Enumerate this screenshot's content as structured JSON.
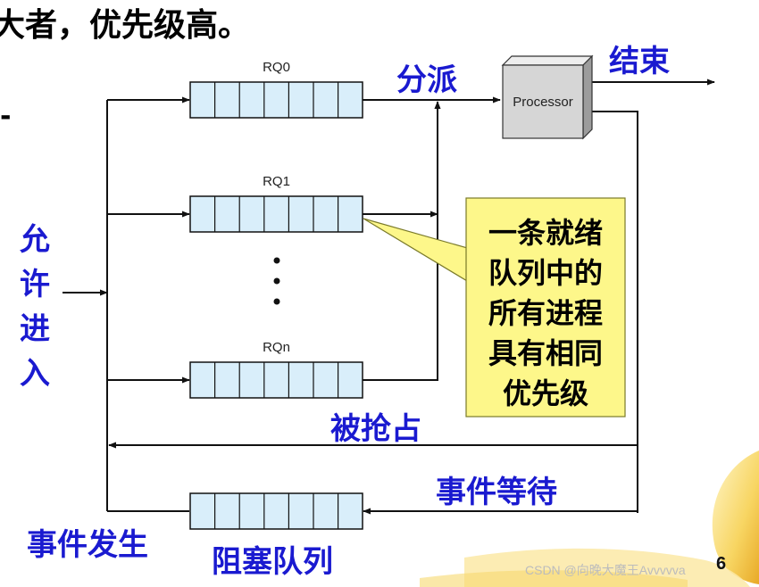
{
  "title_fragment": "大者，优先级高。",
  "bullet": "-",
  "queues": [
    {
      "label": "RQ0"
    },
    {
      "label": "RQ1"
    },
    {
      "label": "RQn"
    }
  ],
  "blocked_queue_label": "阻塞队列",
  "processor_label": "Processor",
  "labels": {
    "dispatch": "分派",
    "finish": "结束",
    "admit_chars": [
      "允",
      "许",
      "进",
      "入"
    ],
    "preempted": "被抢占",
    "event_wait": "事件等待",
    "event_occurs": "事件发生"
  },
  "callout_lines": [
    "一条就绪",
    "队列中的",
    "所有进程",
    "具有相同",
    "优先级"
  ],
  "watermark": "CSDN @向晚大魔王Avvvvva",
  "page_number": "6",
  "colors": {
    "queue_fill": "#d9eefa",
    "callout_fill": "#fdf78a",
    "label_blue": "#1a1ad0",
    "processor_fill": "#d6d6d6"
  }
}
